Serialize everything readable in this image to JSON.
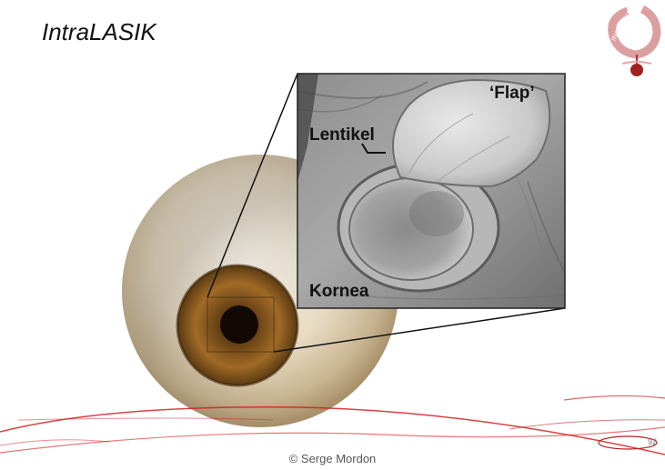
{
  "slide": {
    "title": "IntraLASIK",
    "footer": "© Serge Mordon",
    "page_number": "92"
  },
  "logo": {
    "text": "INCO THAI",
    "color": "#b3302e"
  },
  "micrograph": {
    "labels": {
      "flap": "‘Flap’",
      "lentikel": "Lentikel",
      "kornea": "Kornea"
    }
  },
  "colors": {
    "accent_swoosh": "#d42020",
    "iris": "#8a5a1c",
    "sclera": "#f2eadc"
  }
}
